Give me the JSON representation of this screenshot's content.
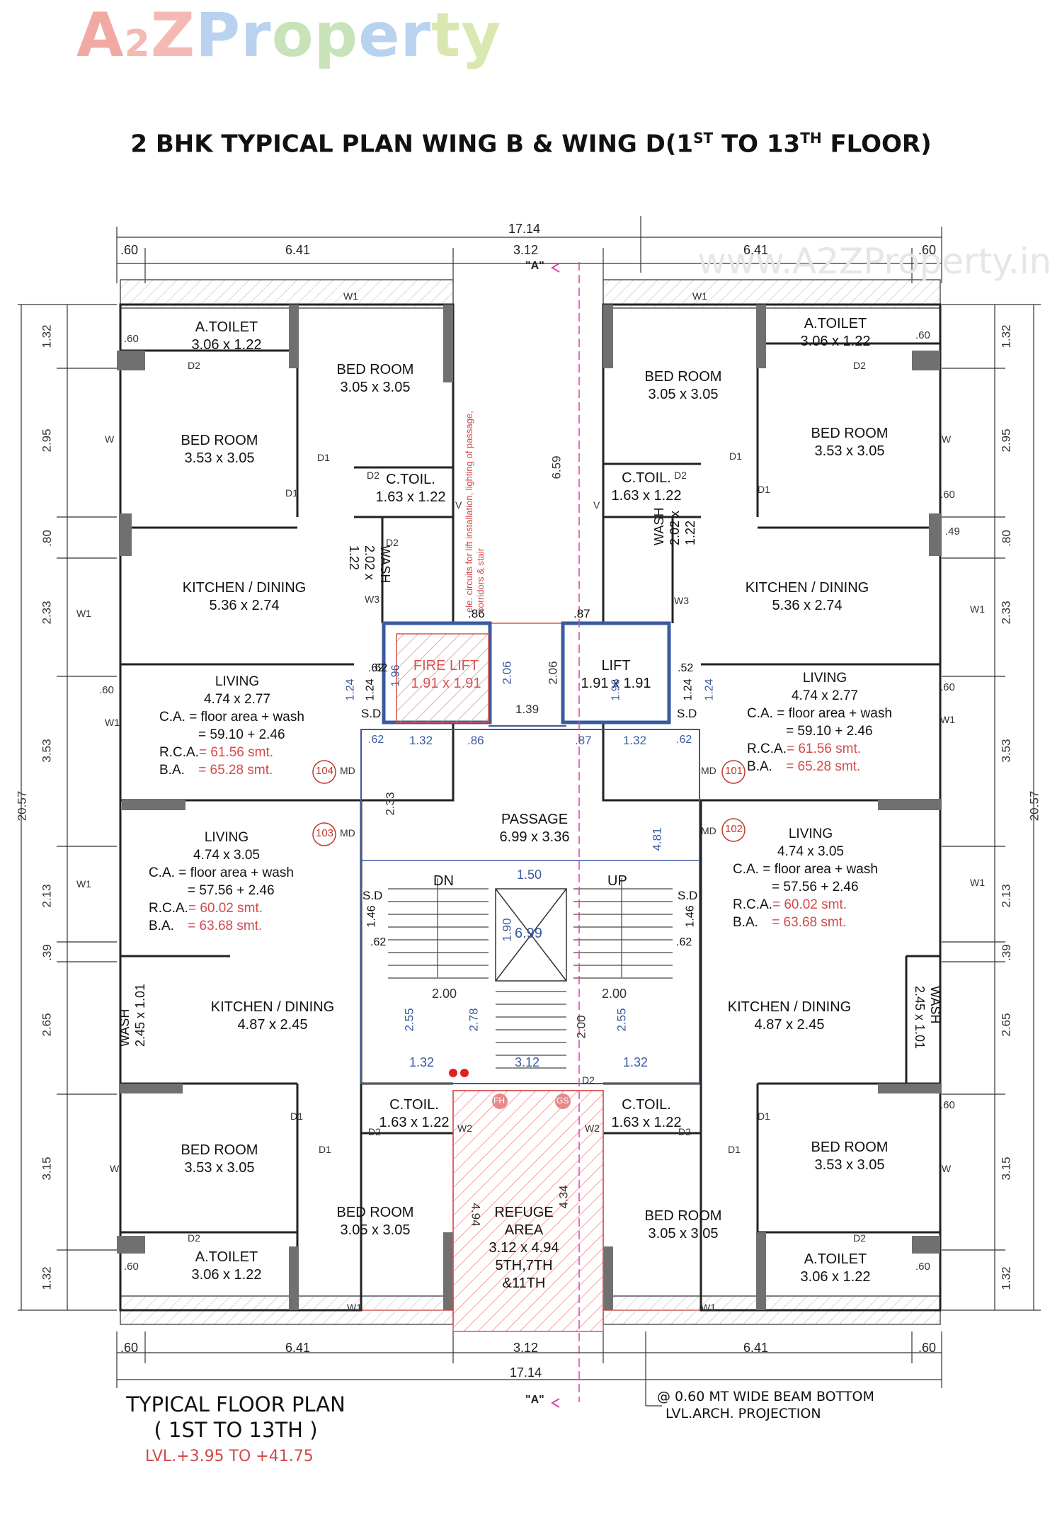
{
  "logo": {
    "part_a1": "A",
    "part_2": "2",
    "part_z": "Z",
    "part_pr": "Pr",
    "part_op": "op",
    "part_er": "er",
    "part_ty": "ty"
  },
  "plan_title": {
    "main": "2 BHK TYPICAL PLAN WING B & WING D(1",
    "sup1": "ST",
    "mid": " TO 13",
    "sup2": "TH",
    "end": " FLOOR)"
  },
  "watermark": "www.A2ZProperty.in",
  "caption": {
    "line1": "TYPICAL FLOOR PLAN",
    "line2": "( 1ST TO 13TH )",
    "level": "LVL.+3.95 TO +41.75"
  },
  "beam_note": {
    "line1": "@ 0.60 MT WIDE BEAM BOTTOM",
    "line2": "LVL.ARCH. PROJECTION"
  },
  "section_marker": "\"A\"",
  "dimensions_top": [
    ".60",
    "6.41",
    "17.14",
    "3.12",
    "6.41",
    ".60"
  ],
  "dimensions_bottom": [
    ".60",
    "6.41",
    "3.12",
    "17.14",
    "6.41",
    ".60"
  ],
  "dimensions_left": [
    "1.32",
    "2.95",
    ".80",
    "2.33",
    "3.53",
    "20.57",
    "2.13",
    ".39",
    "2.65",
    "3.15",
    "1.32"
  ],
  "dimensions_right": [
    "1.32",
    "2.95",
    ".80",
    "2.33",
    "3.53",
    "20.57",
    "2.13",
    ".39",
    "2.65",
    "3.15",
    "1.32"
  ],
  "rooms": [
    {
      "name": "A.TOILET",
      "size": "3.06 x 1.22"
    },
    {
      "name": "BED ROOM",
      "size": "3.05 x 3.05"
    },
    {
      "name": "BED ROOM",
      "size": "3.53 x 3.05"
    },
    {
      "name": "C.TOIL.",
      "size": "1.63 x 1.22"
    },
    {
      "name": "KITCHEN / DINING",
      "size": "5.36 x 2.74"
    },
    {
      "name": "WASH",
      "size": "2.02 x 1.22"
    },
    {
      "name": "FIRE LIFT",
      "size": "1.91 x 1.91"
    },
    {
      "name": "LIFT",
      "size": "1.91 x 1.91"
    },
    {
      "name": "BED ROOM",
      "size": "3.05 x 3.05"
    },
    {
      "name": "A.TOILET",
      "size": "3.06 x 1.22"
    },
    {
      "name": "BED ROOM",
      "size": "3.53 x 3.05"
    },
    {
      "name": "C.TOIL.",
      "size": "1.63 x 1.22"
    },
    {
      "name": "WASH",
      "size": "2.02 x 1.22"
    },
    {
      "name": "KITCHEN / DINING",
      "size": "5.36 x 2.74"
    },
    {
      "name": "PASSAGE",
      "size": "6.99 x 3.36"
    },
    {
      "name": "KITCHEN / DINING",
      "size": "4.87 x 2.45"
    },
    {
      "name": "WASH",
      "size": "2.45 x 1.01"
    },
    {
      "name": "KITCHEN / DINING",
      "size": "4.87 x 2.45"
    },
    {
      "name": "WASH",
      "size": "2.45 x 1.01"
    },
    {
      "name": "C.TOIL.",
      "size": "1.63 x 1.22"
    },
    {
      "name": "C.TOIL.",
      "size": "1.63 x 1.22"
    },
    {
      "name": "BED ROOM",
      "size": "3.53 x 3.05"
    },
    {
      "name": "BED ROOM",
      "size": "3.05 x 3.05"
    },
    {
      "name": "BED ROOM",
      "size": "3.05 x 3.05"
    },
    {
      "name": "BED ROOM",
      "size": "3.53 x 3.05"
    },
    {
      "name": "A.TOILET",
      "size": "3.06 x 1.22"
    },
    {
      "name": "A.TOILET",
      "size": "3.06 x 1.22"
    }
  ],
  "refuge": {
    "name": "REFUGE",
    "name2": "AREA",
    "size": "3.12 x 4.94",
    "floors1": "5TH,7TH",
    "floors2": "&11TH"
  },
  "units": [
    {
      "label": "LIVING",
      "size": "4.74 x 2.77",
      "ca_label": "C.A.",
      "ca_text": "= floor area + wash",
      "ca_calc": "=   59.10 + 2.46",
      "rca_label": "R.C.A.",
      "rca_val": "= 61.56 smt.",
      "ba_label": "B.A.",
      "ba_val": "= 65.28 smt.",
      "flat": "104",
      "md": "MD"
    },
    {
      "label": "LIVING",
      "size": "4.74 x 2.77",
      "ca_label": "C.A.",
      "ca_text": "= floor area + wash",
      "ca_calc": "=   59.10 + 2.46",
      "rca_label": "R.C.A.",
      "rca_val": "= 61.56 smt.",
      "ba_label": "B.A.",
      "ba_val": "= 65.28 smt.",
      "flat": "101",
      "md": "MD"
    },
    {
      "label": "LIVING",
      "size": "4.74 x 3.05",
      "ca_label": "C.A.",
      "ca_text": "= floor area + wash",
      "ca_calc": "=   57.56 + 2.46",
      "rca_label": "R.C.A.",
      "rca_val": "= 60.02 smt.",
      "ba_label": "B.A.",
      "ba_val": "= 63.68 smt.",
      "flat": "103",
      "md": "MD"
    },
    {
      "label": "LIVING",
      "size": "4.74 x 3.05",
      "ca_label": "C.A.",
      "ca_text": "= floor area + wash",
      "ca_calc": "=   57.56 + 2.46",
      "rca_label": "R.C.A.",
      "rca_val": "= 60.02 smt.",
      "ba_label": "B.A.",
      "ba_val": "= 63.68 smt.",
      "flat": "102",
      "md": "MD"
    }
  ],
  "stair": {
    "dn": "DN",
    "up": "UP",
    "well": "6.99",
    "w1": "1.50",
    "w2": "1.90"
  },
  "core_dims": [
    "2.06",
    "2.06",
    "1.39",
    "6.59",
    "2.33",
    "4.81",
    "2.00",
    "2.00",
    "2.55",
    "2.78",
    "2.00",
    "2.55",
    "1.32",
    "3.12",
    "1.32",
    "4.94",
    "4.34",
    ".86",
    ".87",
    ".62",
    ".62",
    "1.32",
    ".86",
    ".87",
    "1.32",
    ".62",
    "1.24",
    "1.24",
    "1.96",
    "1.96",
    "1.24",
    "1.24",
    ".62",
    ".52",
    "1.46",
    "1.46",
    ".62",
    ".62"
  ],
  "electrical_note": "ele. circuits for lift installation, lighting of passage, corridors & stair",
  "tags": {
    "door1": "D1",
    "door2": "D2",
    "window": "W",
    "window1": "W1",
    "window2": "W2",
    "window3": "W3",
    "vent": "V",
    "sd": "S.D",
    "fh": "FH",
    "gs": "GS",
    "c60": ".60",
    "c49": ".49"
  }
}
